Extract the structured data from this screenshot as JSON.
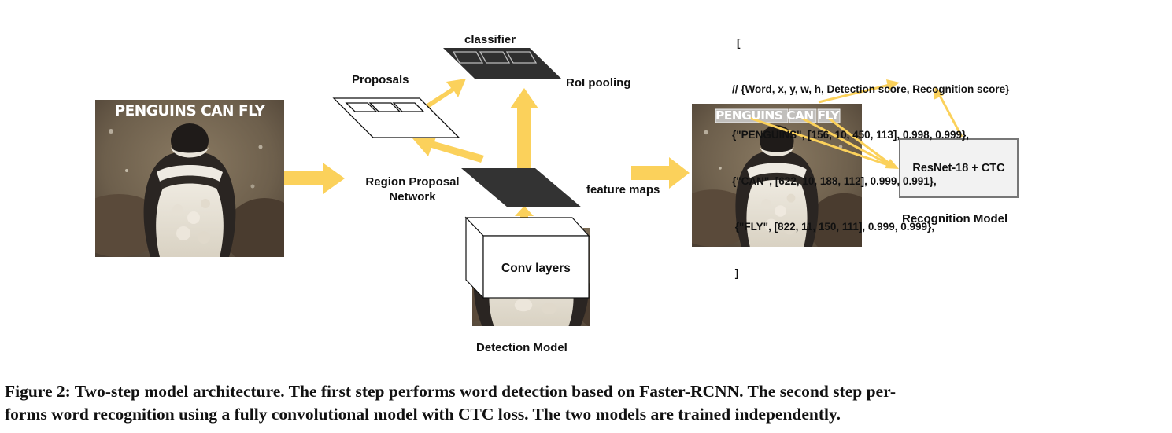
{
  "image_text": {
    "meme_caption": "PENGUINS CAN FLY"
  },
  "labels": {
    "classifier": "classifier",
    "proposals": "Proposals",
    "roi_pooling": "RoI pooling",
    "rpn_line1": "Region Proposal",
    "rpn_line2": "Network",
    "feature_maps": "feature maps",
    "conv_layers": "Conv layers",
    "detection_model": "Detection Model",
    "resnet": "ResNet-18 + CTC",
    "recognition_model": "Recognition Model"
  },
  "output_json": {
    "lines": [
      "[",
      "// {Word, x, y, w, h, Detection score, Recognition score}",
      "{\"PENGUINS\", [156, 10, 450, 113], 0.998, 0.999},",
      "{\"CAN\", [622, 10, 188, 112], 0.999, 0.991},",
      " {\"FLY\", [822, 11, 150, 111], 0.999, 0.999},",
      " ]"
    ]
  },
  "caption": {
    "line1": "Figure 2: Two-step model architecture. The first step performs word detection based on Faster-RCNN. The second step per-",
    "line2": "forms word recognition using a fully convolutional model with CTC loss. The two models are trained independently."
  },
  "colors": {
    "arrow": "#fbd15b",
    "dark_plane": "#333333",
    "box_fill": "#f2f2f2",
    "box_border": "#777777",
    "bbox_overlay": "#d8d8d8"
  }
}
